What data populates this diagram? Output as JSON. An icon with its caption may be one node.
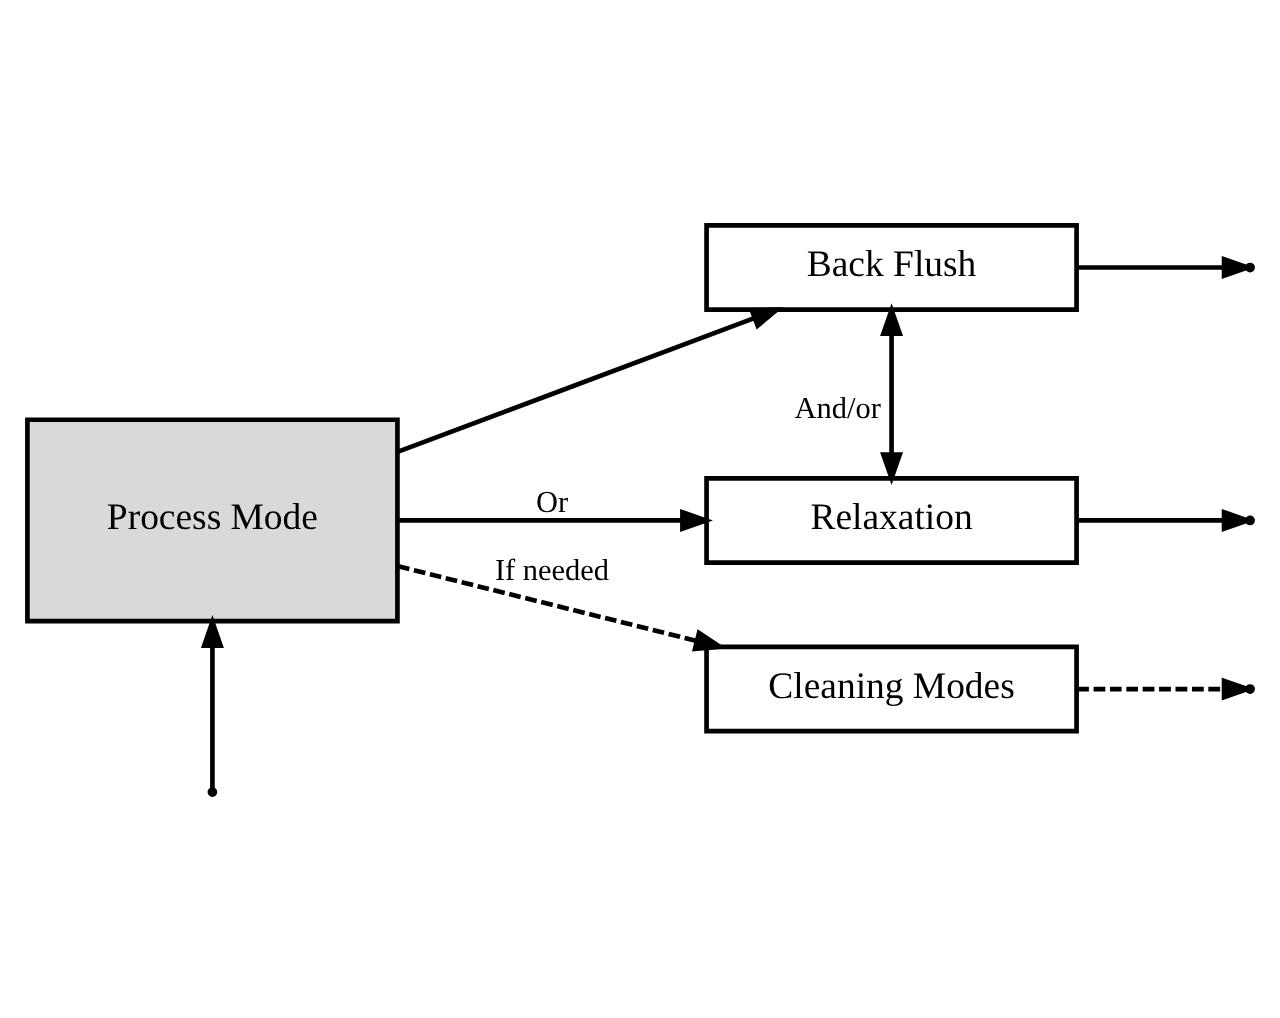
{
  "diagram": {
    "nodes": [
      {
        "text": [
          "Process Mode"
        ]
      },
      {
        "text": [
          "Back Flush"
        ]
      },
      {
        "text": [
          "Relaxation"
        ]
      },
      {
        "text": [
          "Cleaning Modes"
        ]
      }
    ],
    "edges": [
      {
        "from": 0,
        "to": 1,
        "arrow": "to"
      },
      {
        "from": 0,
        "to": 2,
        "arrow": "to",
        "label": "Or"
      },
      {
        "from": 0,
        "to": 3,
        "arrow": "to",
        "label": "If needed",
        "style": "dashed"
      },
      {
        "from": 1,
        "to": 2,
        "arrow": "both",
        "label": "And/or"
      },
      {
        "from": 1,
        "to": null,
        "arrow": "to"
      },
      {
        "from": 2,
        "to": null,
        "arrow": "to"
      },
      {
        "from": 3,
        "to": null,
        "arrow": "to",
        "style": "dashed"
      },
      {
        "from": null,
        "to": 0,
        "arrow": "to"
      }
    ]
  }
}
